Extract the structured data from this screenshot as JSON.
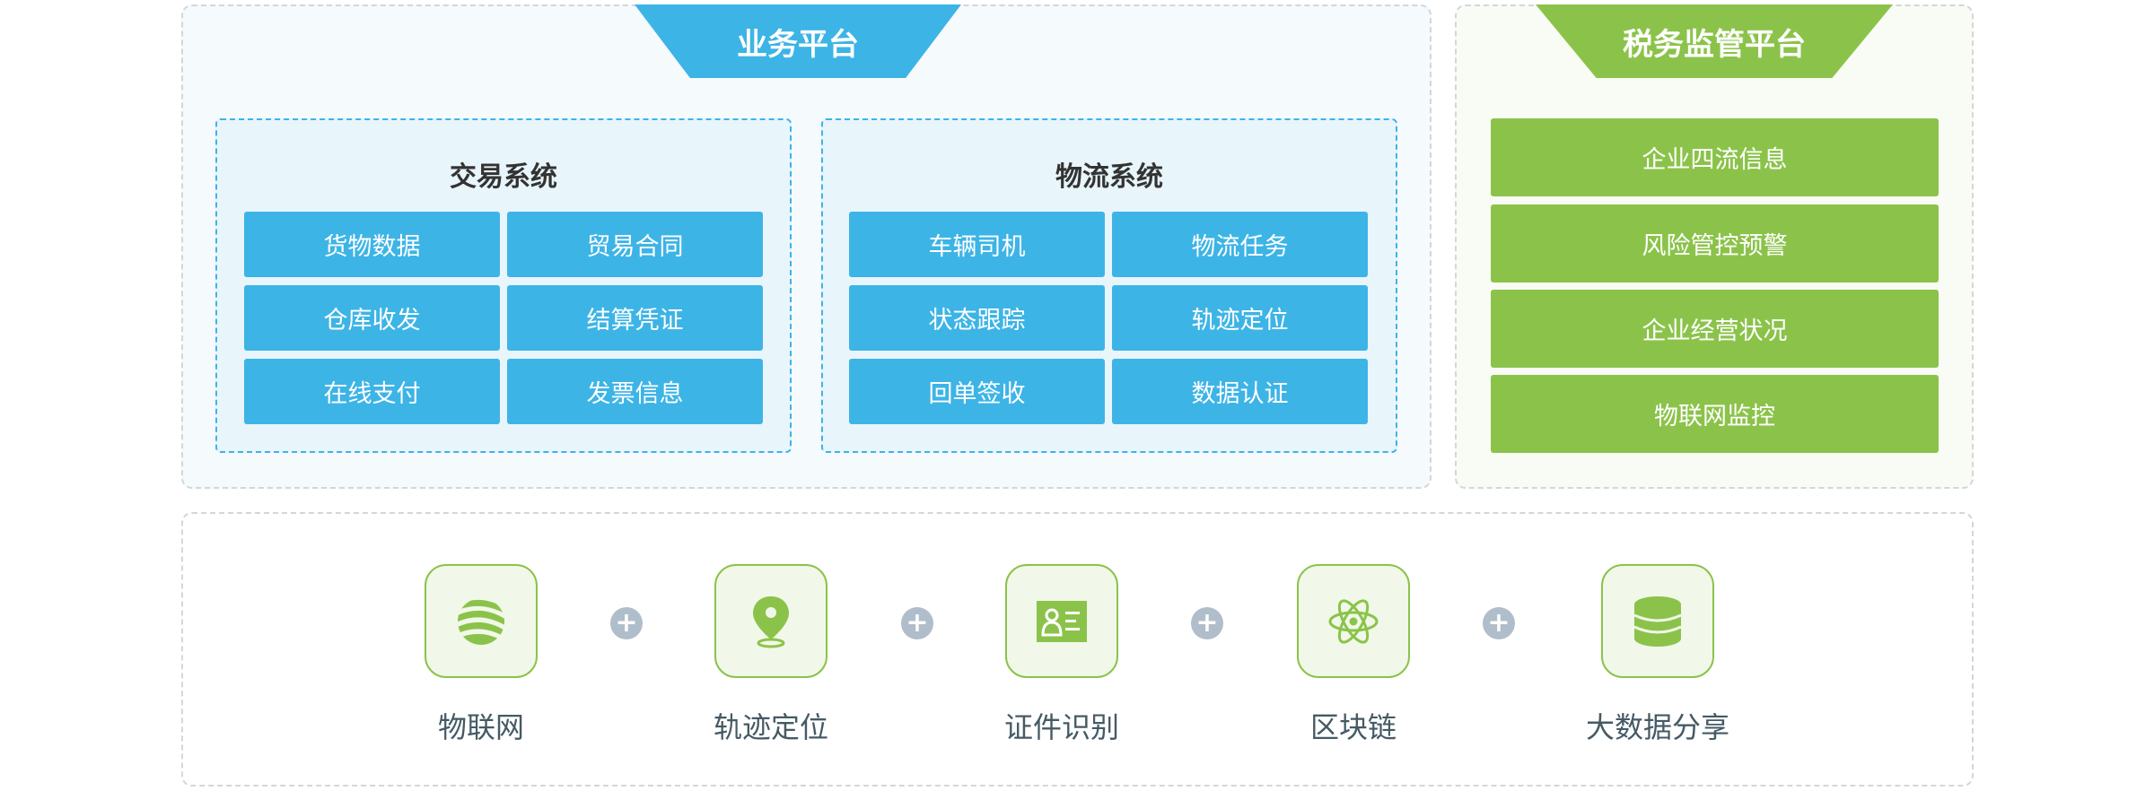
{
  "business_platform": {
    "title": "业务平台",
    "trade_system": {
      "title": "交易系统",
      "items": [
        "货物数据",
        "贸易合同",
        "仓库收发",
        "结算凭证",
        "在线支付",
        "发票信息"
      ]
    },
    "logistics_system": {
      "title": "物流系统",
      "items": [
        "车辆司机",
        "物流任务",
        "状态跟踪",
        "轨迹定位",
        "回单签收",
        "数据认证"
      ]
    }
  },
  "tax_platform": {
    "title": "税务监管平台",
    "items": [
      "企业四流信息",
      "风险管控预警",
      "企业经营状况",
      "物联网监控"
    ]
  },
  "technologies": [
    {
      "label": "物联网",
      "icon": "globe-icon"
    },
    {
      "label": "轨迹定位",
      "icon": "location-pin-icon"
    },
    {
      "label": "证件识别",
      "icon": "id-card-icon"
    },
    {
      "label": "区块链",
      "icon": "atom-icon"
    },
    {
      "label": "大数据分享",
      "icon": "database-icon"
    }
  ],
  "colors": {
    "blue": "#3db4e6",
    "green": "#8bc34a",
    "plus": "#b0bdca"
  }
}
